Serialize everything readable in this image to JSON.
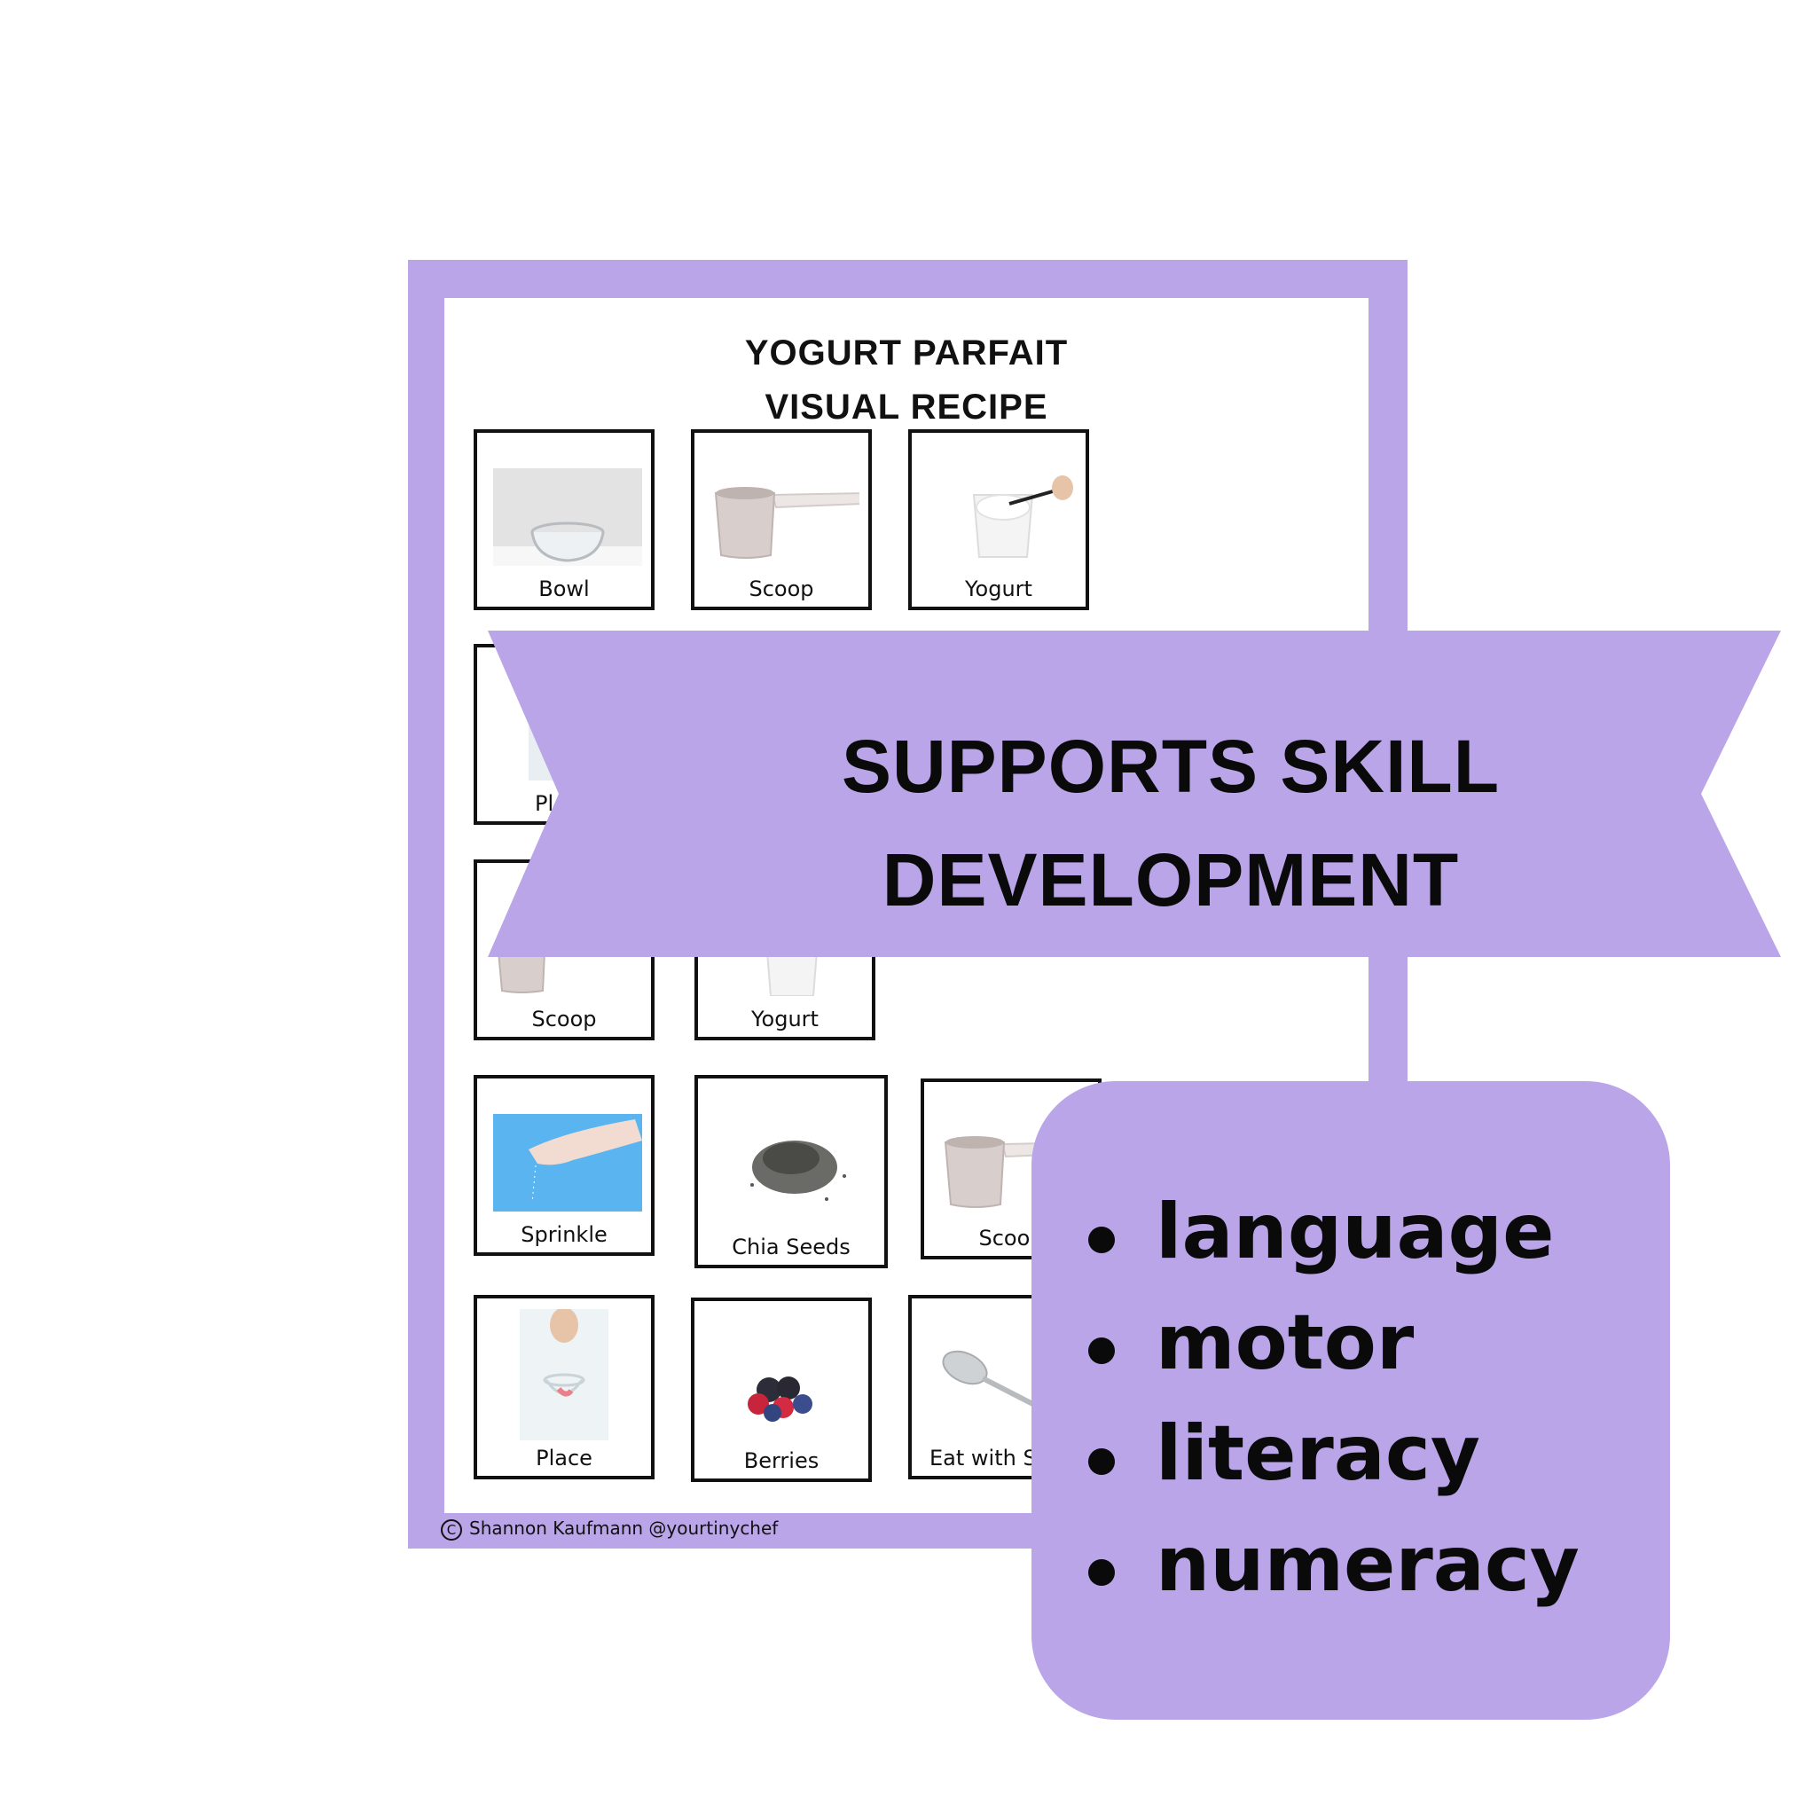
{
  "sheet": {
    "title_line1": "YOGURT PARFAIT",
    "title_line2": "VISUAL RECIPE",
    "credit": "Shannon Kaufmann @yourtinychef",
    "credit_symbol": "C"
  },
  "cards": [
    {
      "label": "Bowl",
      "icon": "glass-bowl-icon"
    },
    {
      "label": "Scoop",
      "icon": "measuring-cup-icon"
    },
    {
      "label": "Yogurt",
      "icon": "yogurt-cup-icon"
    },
    {
      "label": "Pl",
      "icon": "glass-icon"
    },
    {
      "label": "Scoop",
      "icon": "measuring-cup-icon"
    },
    {
      "label": "Yogurt",
      "icon": "yogurt-cup-icon"
    },
    {
      "label": "Sprinkle",
      "icon": "hand-sprinkle-icon"
    },
    {
      "label": "Chia Seeds",
      "icon": "chia-seeds-icon"
    },
    {
      "label": "Scoop",
      "icon": "measuring-cup-icon"
    },
    {
      "label": "Place",
      "icon": "hand-glass-icon"
    },
    {
      "label": "Berries",
      "icon": "berries-icon"
    },
    {
      "label": "Eat with S",
      "icon": "spoon-icon"
    }
  ],
  "ribbon": {
    "line1": "SUPPORTS SKILL",
    "line2": "DEVELOPMENT"
  },
  "skills": [
    "language",
    "motor",
    "literacy",
    "numeracy"
  ],
  "colors": {
    "accent": "#b9a5e8",
    "text": "#0a0a0a",
    "sheet": "#ffffff"
  }
}
